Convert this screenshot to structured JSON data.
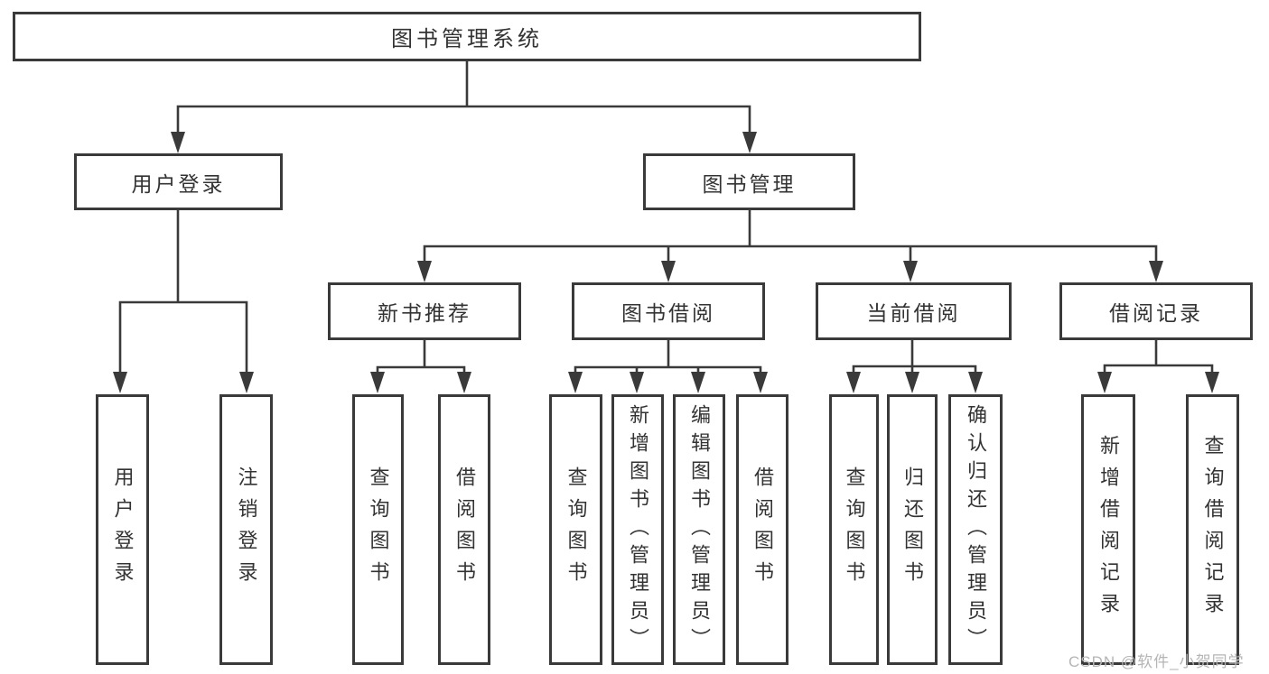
{
  "diagram": {
    "root": {
      "label": "图书管理系统"
    },
    "branches": [
      {
        "id": "user-login",
        "label": "用户登录"
      },
      {
        "id": "book-management",
        "label": "图书管理"
      }
    ],
    "modules": [
      {
        "id": "new-book-recommend",
        "label": "新书推荐",
        "parent": "图书管理"
      },
      {
        "id": "book-borrowing",
        "label": "图书借阅",
        "parent": "图书管理"
      },
      {
        "id": "current-borrowing",
        "label": "当前借阅",
        "parent": "图书管理"
      },
      {
        "id": "borrow-records",
        "label": "借阅记录",
        "parent": "图书管理"
      }
    ],
    "leaves": [
      {
        "label": "用户登录",
        "parent": "用户登录"
      },
      {
        "label": "注销登录",
        "parent": "用户登录"
      },
      {
        "label": "查询图书",
        "parent": "新书推荐"
      },
      {
        "label": "借阅图书",
        "parent": "新书推荐"
      },
      {
        "label": "查询图书",
        "parent": "图书借阅"
      },
      {
        "label": "新增图书（管理员）",
        "parent": "图书借阅"
      },
      {
        "label": "编辑图书（管理员）",
        "parent": "图书借阅"
      },
      {
        "label": "借阅图书",
        "parent": "图书借阅"
      },
      {
        "label": "查询图书",
        "parent": "当前借阅"
      },
      {
        "label": "归还图书",
        "parent": "当前借阅"
      },
      {
        "label": "确认归还（管理员）",
        "parent": "当前借阅"
      },
      {
        "label": "新增借阅记录",
        "parent": "借阅记录"
      },
      {
        "label": "查询借阅记录",
        "parent": "借阅记录"
      }
    ]
  },
  "watermark": {
    "text": "CSDN @软件_小贺同学"
  },
  "colors": {
    "line": "#3a3a3a",
    "box_border": "#3a3a3a",
    "text": "#333333",
    "watermark": "#b5b5b5",
    "background": "#ffffff"
  }
}
